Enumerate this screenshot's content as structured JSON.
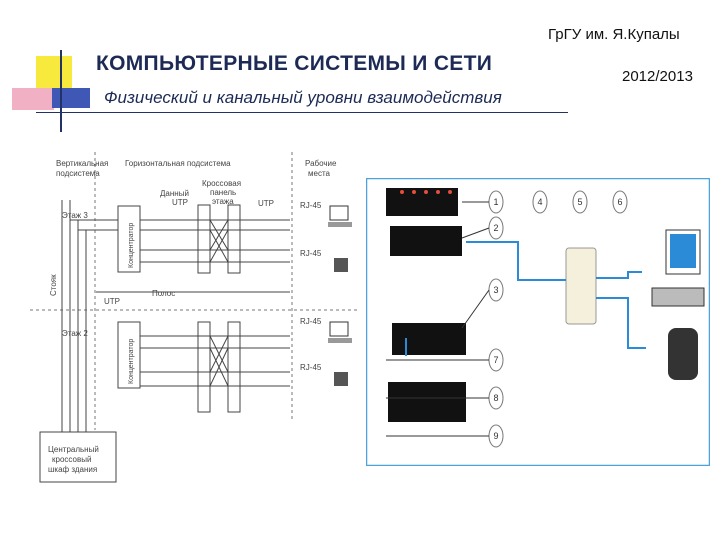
{
  "header": {
    "org": "ГрГУ им. Я.Купалы",
    "year": "2012/2013",
    "title": "КОМПЬЮТЕРНЫЕ СИСТЕМЫ  И СЕТИ",
    "subtitle": "Физический и канальный уровни взаимодействия"
  },
  "left_diagram": {
    "col_vertical": [
      "Вертикальная",
      "подсистема"
    ],
    "col_horizontal": "Горизонтальная подсистема",
    "col_work": [
      "Рабочие",
      "места"
    ],
    "data_channel": [
      "Данный",
      "UTP"
    ],
    "cross_panel": [
      "Кроссовая",
      "панель",
      "этажа"
    ],
    "utp_top": "UTP",
    "rj45": [
      "RJ-45",
      "RJ-45",
      "RJ-45",
      "RJ-45"
    ],
    "floor3": "Этаж 3",
    "floor2": "Этаж 2",
    "concentrator": "Концентратор",
    "riser": "Стояк",
    "utp_mid": "UTP",
    "floor_slab": "Полос",
    "central": [
      "Центральный",
      "кроссовый",
      "шкаф здания"
    ]
  },
  "right_diagram": {
    "callouts": [
      "1",
      "2",
      "3",
      "4",
      "5",
      "6",
      "7",
      "8",
      "9"
    ]
  },
  "colors": {
    "title": "#1c2a55",
    "accent_yellow": "#f7ea3c",
    "accent_pink": "#f1b0c4",
    "accent_blue": "#4058b5",
    "cable_blue": "#2b8bd6"
  }
}
